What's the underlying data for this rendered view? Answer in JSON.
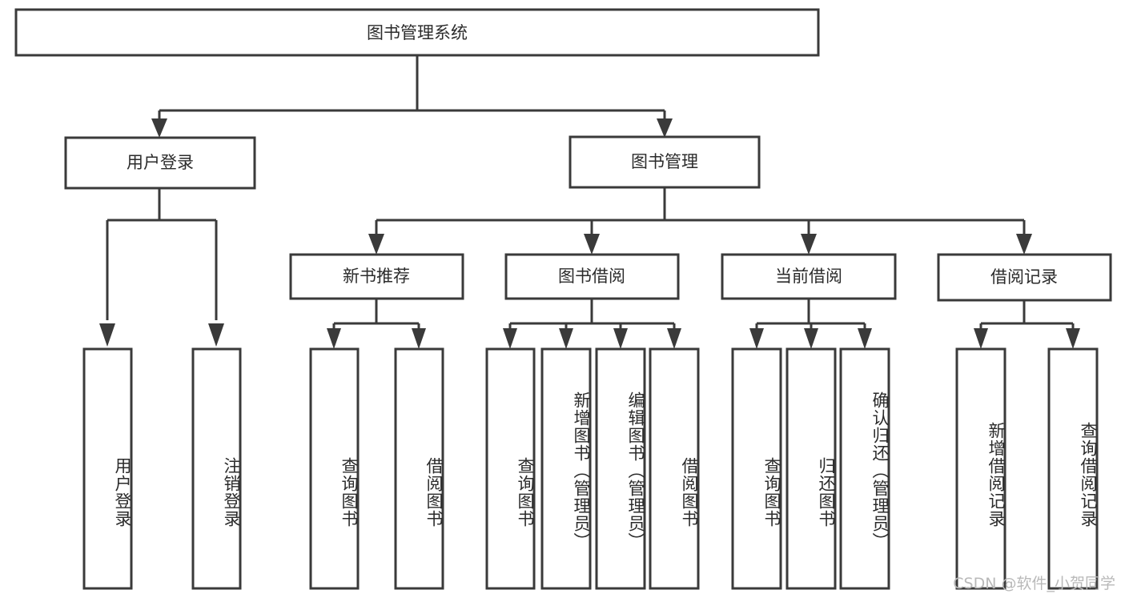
{
  "diagram": {
    "type": "tree",
    "title": "图书管理系统",
    "root": {
      "id": "root",
      "label": "图书管理系统"
    },
    "level1": [
      {
        "id": "user-login",
        "label": "用户登录"
      },
      {
        "id": "book-manage",
        "label": "图书管理"
      }
    ],
    "level2": [
      {
        "id": "new-book-rec",
        "label": "新书推荐",
        "parent": "book-manage"
      },
      {
        "id": "book-borrow",
        "label": "图书借阅",
        "parent": "book-manage"
      },
      {
        "id": "current-borrow",
        "label": "当前借阅",
        "parent": "book-manage"
      },
      {
        "id": "borrow-record",
        "label": "借阅记录",
        "parent": "book-manage"
      }
    ],
    "leaves": [
      {
        "id": "leaf-user-login",
        "label": "用户登录",
        "parent": "user-login"
      },
      {
        "id": "leaf-logout",
        "label": "注销登录",
        "parent": "user-login"
      },
      {
        "id": "leaf-query-book-1",
        "label": "查询图书",
        "parent": "new-book-rec"
      },
      {
        "id": "leaf-borrow-book-1",
        "label": "借阅图书",
        "parent": "new-book-rec"
      },
      {
        "id": "leaf-query-book-2",
        "label": "查询图书",
        "parent": "book-borrow"
      },
      {
        "id": "leaf-add-book",
        "label": "新增图书（管理员）",
        "parent": "book-borrow"
      },
      {
        "id": "leaf-edit-book",
        "label": "编辑图书（管理员）",
        "parent": "book-borrow"
      },
      {
        "id": "leaf-borrow-book-2",
        "label": "借阅图书",
        "parent": "book-borrow"
      },
      {
        "id": "leaf-query-book-3",
        "label": "查询图书",
        "parent": "current-borrow"
      },
      {
        "id": "leaf-return-book",
        "label": "归还图书",
        "parent": "current-borrow"
      },
      {
        "id": "leaf-confirm-return",
        "label": "确认归还（管理员）",
        "parent": "current-borrow"
      },
      {
        "id": "leaf-add-record",
        "label": "新增借阅记录",
        "parent": "borrow-record"
      },
      {
        "id": "leaf-query-record",
        "label": "查询借阅记录",
        "parent": "borrow-record"
      }
    ],
    "colors": {
      "stroke": "#3a3a3a",
      "fill": "#ffffff",
      "text": "#2b2b2b",
      "watermark": "#b9b9b9",
      "background": "#ffffff"
    }
  },
  "watermark": {
    "text": "CSDN @软件_小贺同学"
  }
}
